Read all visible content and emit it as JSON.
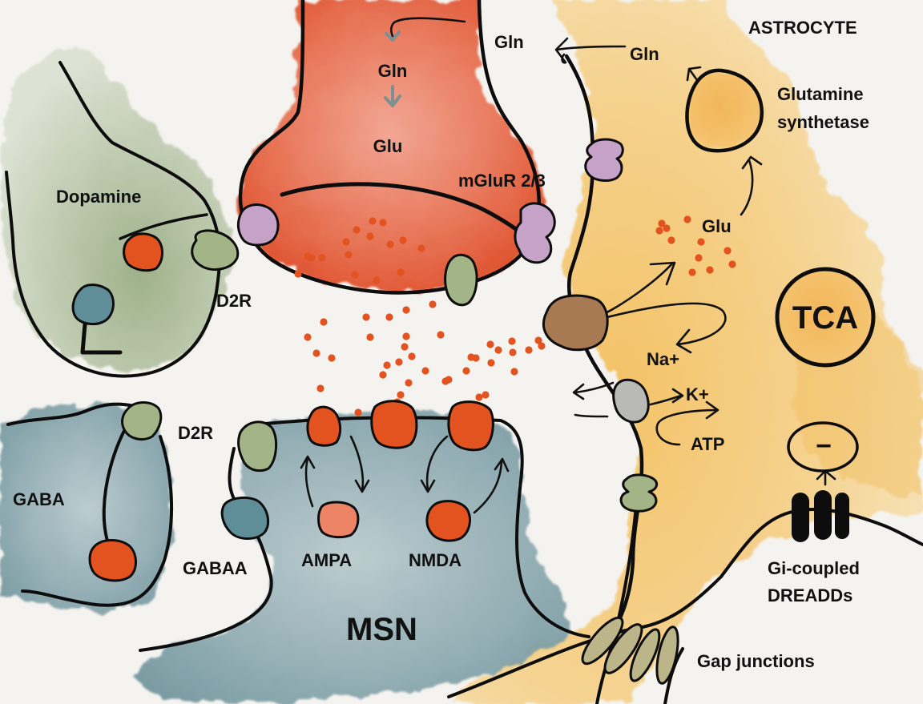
{
  "figure": {
    "title": "Tripartite glutamatergic / dopaminergic / GABAergic synapse with astrocyte",
    "colors": {
      "background": "#f4f3ef",
      "glutamatergic_terminal": "#e05a35",
      "glutamatergic_terminal_light": "#ee9a84",
      "dopamine_terminal": "#a9b894",
      "gaba_terminal": "#7d9ea6",
      "msn": "#8eacb3",
      "astrocyte": "#f3c36a",
      "glutamate_dot": "#e2531f",
      "ionotropic_receptor": "#e2531f",
      "mglur_receptor": "#c7a2c8",
      "d2r_receptor": "#a3b586",
      "gabaa_receptor": "#5f8e98",
      "glutamate_transporter": "#a87a53",
      "na_k_pump": "#b9b9b6",
      "gap_junction": "#bcb58a",
      "dreadd": "#0d0d0d",
      "outline": "#0d0d0d"
    }
  },
  "labels": {
    "presynaptic_gln": "Gln",
    "presynaptic_glu": "Glu",
    "released_gln": "Gln",
    "astro_gln": "Gln",
    "astrocyte": "ASTROCYTE",
    "glutamine_synthetase_line1": "Glutamine",
    "glutamine_synthetase_line2": "synthetase",
    "astro_glu": "Glu",
    "mglur": "mGluR 2/3",
    "dopamine": "Dopamine",
    "d2r_dopamine": "D2R",
    "d2r_gaba": "D2R",
    "gaba": "GABA",
    "gabaa": "GABAA",
    "ampa": "AMPA",
    "nmda": "NMDA",
    "msn": "MSN",
    "tca": "TCA",
    "na": "Na+",
    "k": "K+",
    "atp": "ATP",
    "dreadd_line1": "Gi-coupled",
    "dreadd_line2": "DREADDs",
    "dreadd_sign": "−",
    "gap_junctions": "Gap junctions"
  }
}
